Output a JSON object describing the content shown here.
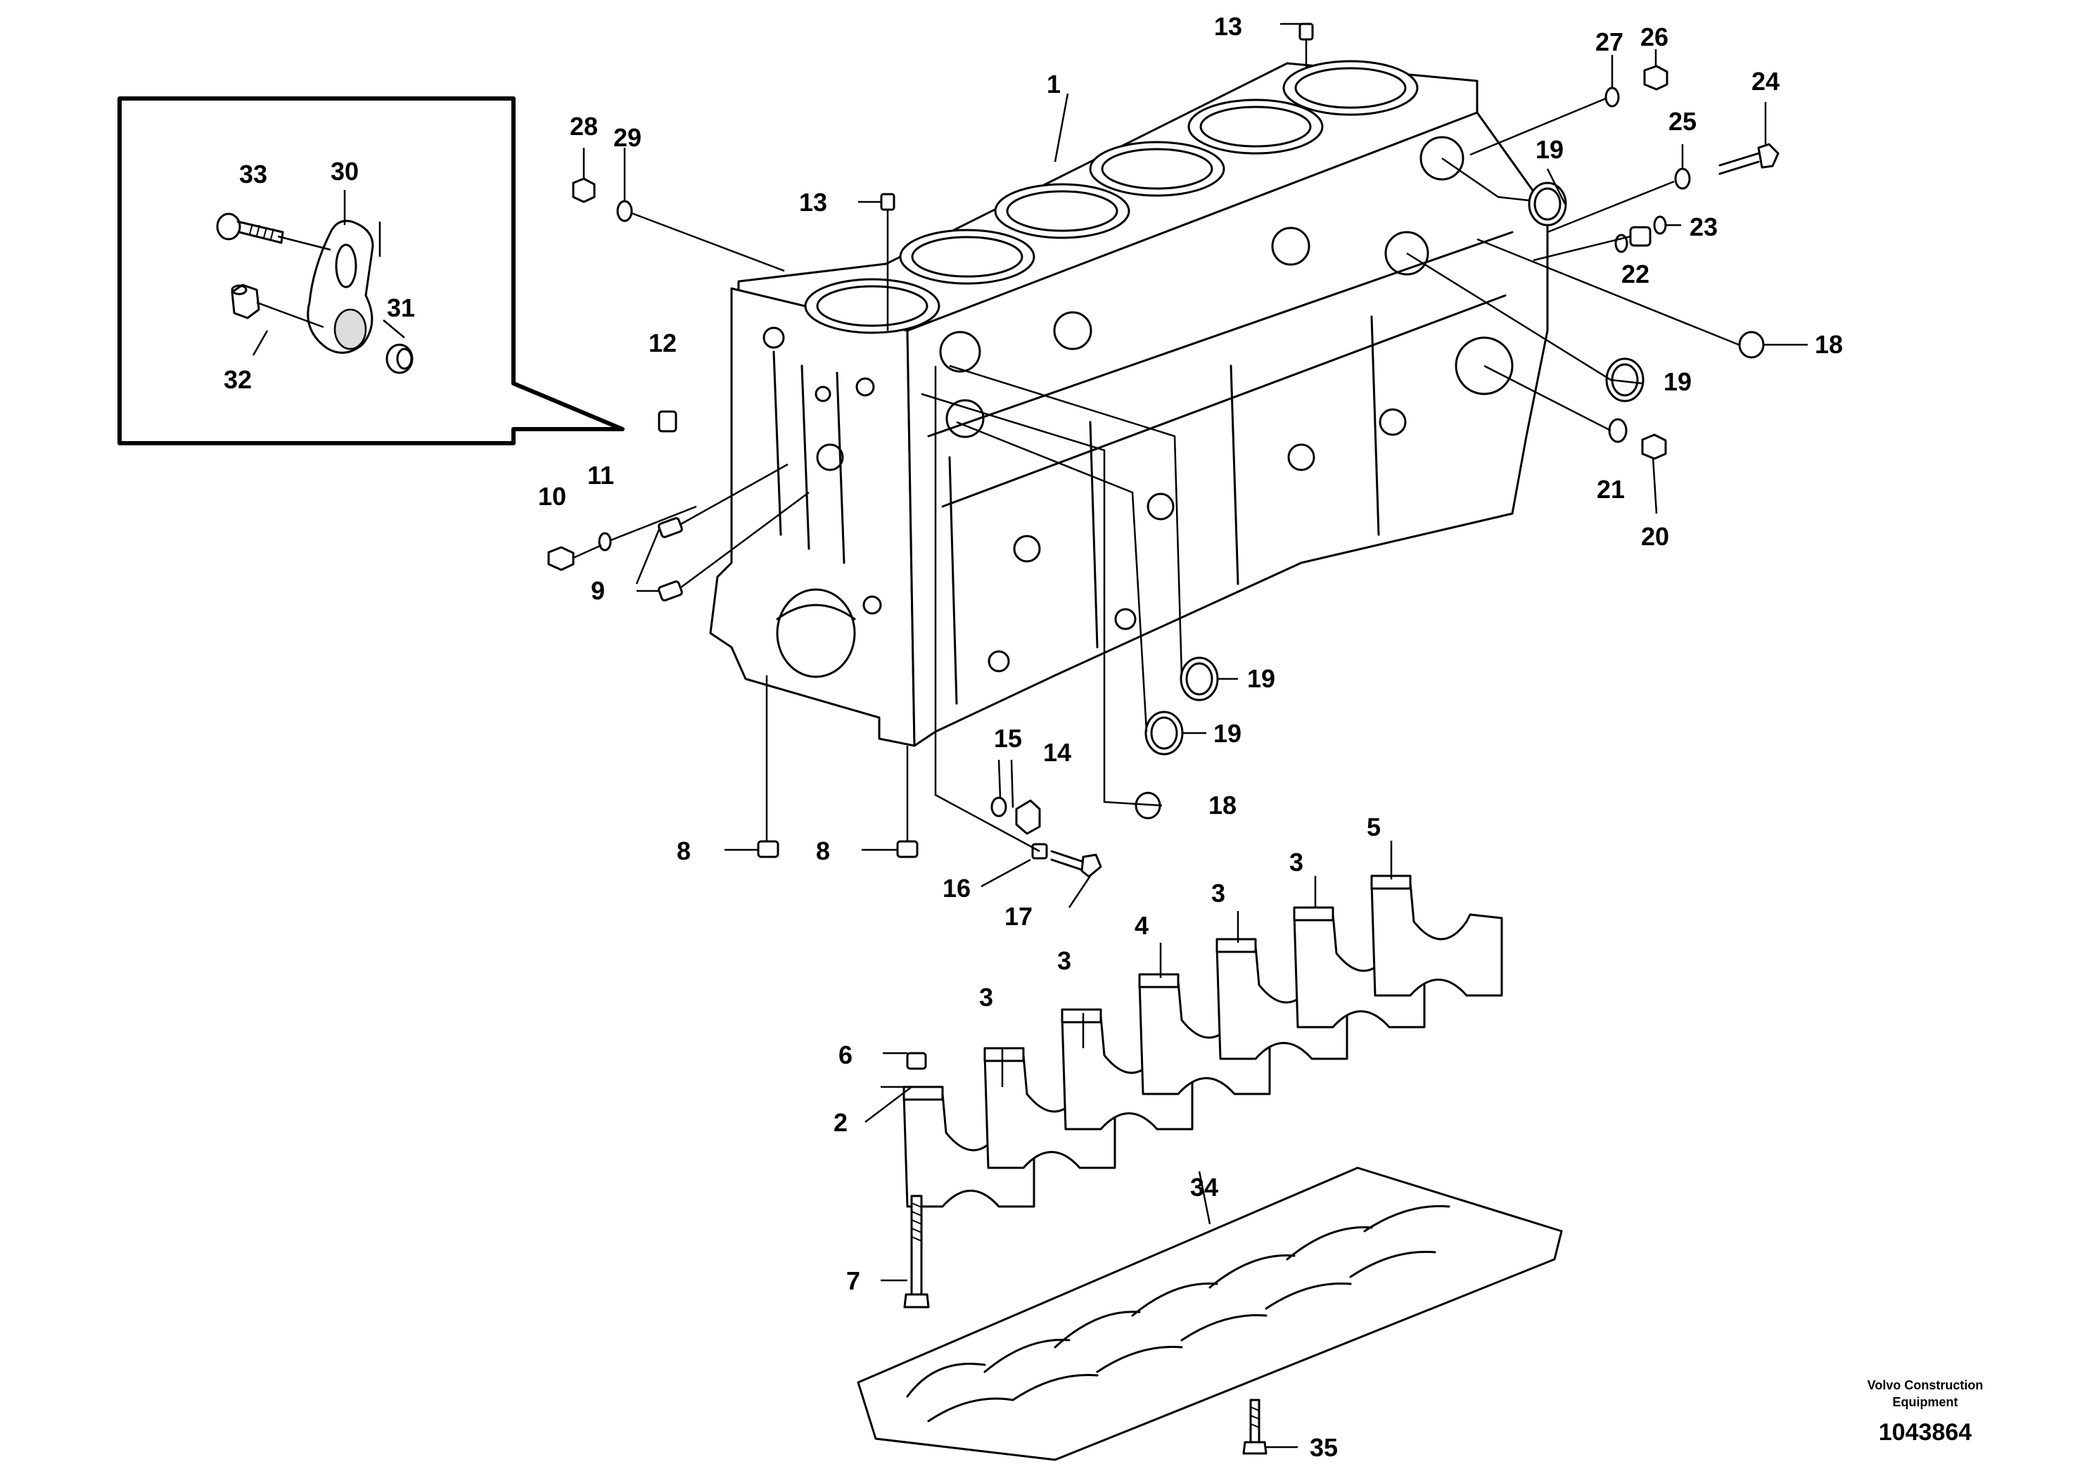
{
  "diagram": {
    "labels": {
      "p1": "1",
      "p2": "2",
      "p3a": "3",
      "p3b": "3",
      "p3c": "3",
      "p3d": "3",
      "p4": "4",
      "p5": "5",
      "p6": "6",
      "p7": "7",
      "p8a": "8",
      "p8b": "8",
      "p9": "9",
      "p10": "10",
      "p11": "11",
      "p12": "12",
      "p13a": "13",
      "p13b": "13",
      "p14": "14",
      "p15": "15",
      "p16": "16",
      "p17": "17",
      "p18a": "18",
      "p18b": "18",
      "p19a": "19",
      "p19b": "19",
      "p19c": "19",
      "p19d": "19",
      "p20": "20",
      "p21": "21",
      "p22": "22",
      "p23": "23",
      "p24": "24",
      "p25": "25",
      "p26": "26",
      "p27": "27",
      "p28": "28",
      "p29": "29",
      "p30": "30",
      "p31": "31",
      "p32": "32",
      "p33": "33",
      "p34": "34",
      "p35": "35"
    },
    "credit_line1": "Volvo Construction",
    "credit_line2": "Equipment",
    "document_number": "1043864"
  }
}
